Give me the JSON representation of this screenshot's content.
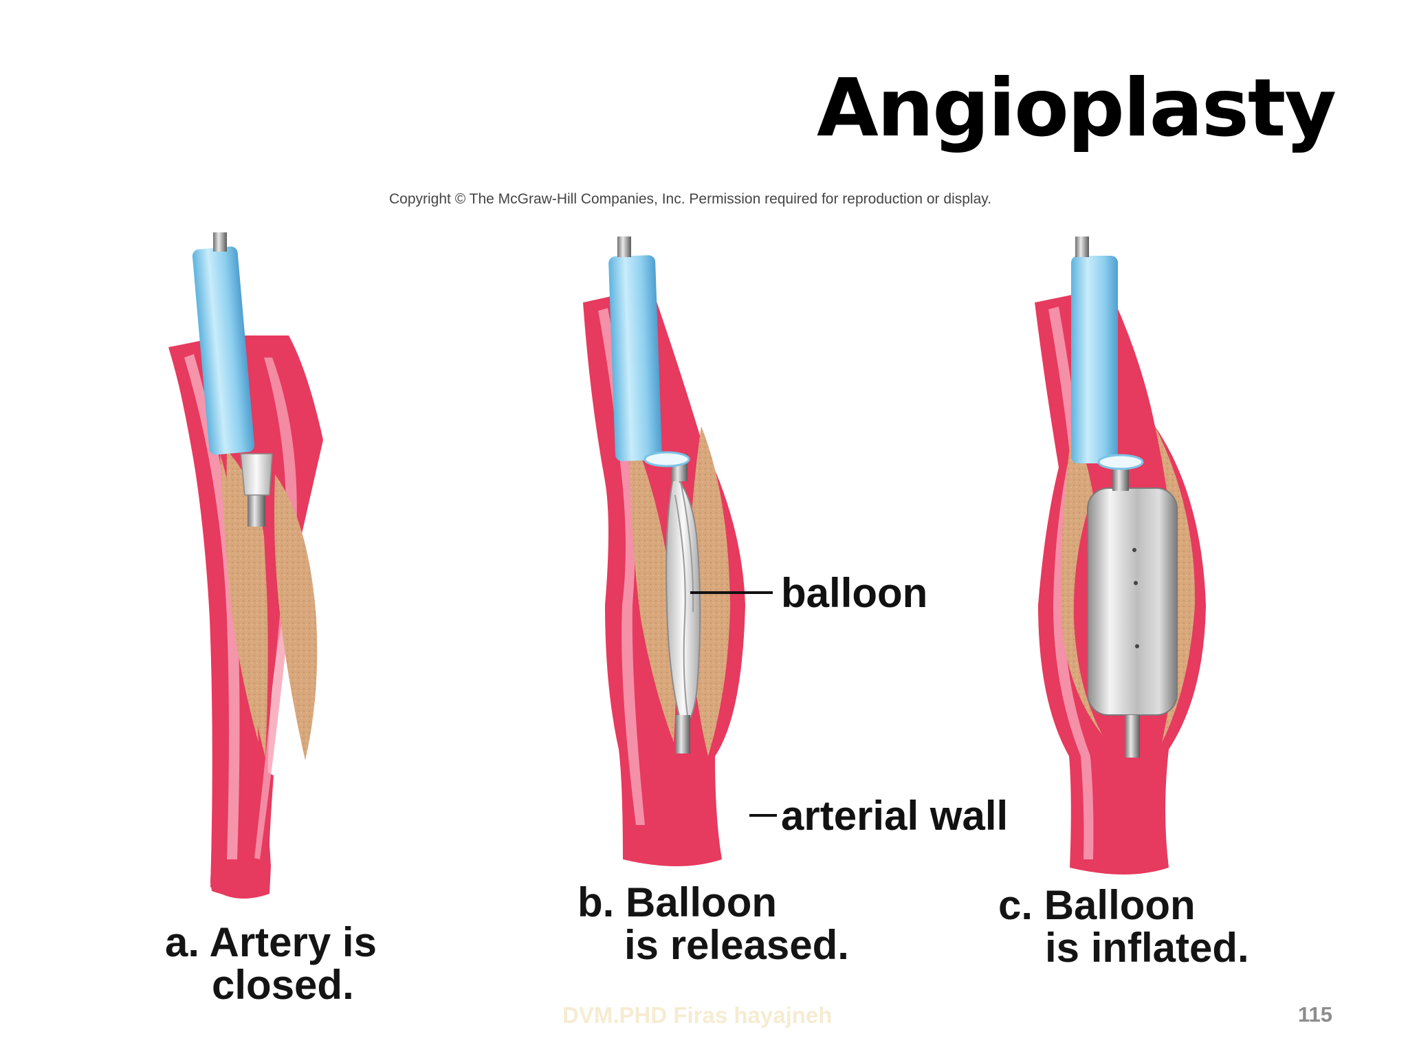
{
  "slide": {
    "title": "Angioplasty",
    "copyright": "Copyright © The McGraw-Hill Companies, Inc. Permission required for reproduction or display.",
    "labels": {
      "balloon": "balloon",
      "arterial_wall": "arterial wall"
    },
    "panels": [
      {
        "letter": "a.",
        "line1": "Artery is",
        "line2": "closed."
      },
      {
        "letter": "b.",
        "line1": "Balloon",
        "line2": "is released."
      },
      {
        "letter": "c.",
        "line1": "Balloon",
        "line2": "is inflated."
      }
    ],
    "footer": {
      "author": "DVM.PHD Firas hayajneh",
      "page_number": "115"
    }
  },
  "colors": {
    "artery": "#e63a5e",
    "artery_highlight": "#f6a0b4",
    "artery_dark": "#c51f46",
    "plaque": "#d8a77c",
    "catheter": "#8ecfee",
    "balloon": "#c9c9c9"
  }
}
